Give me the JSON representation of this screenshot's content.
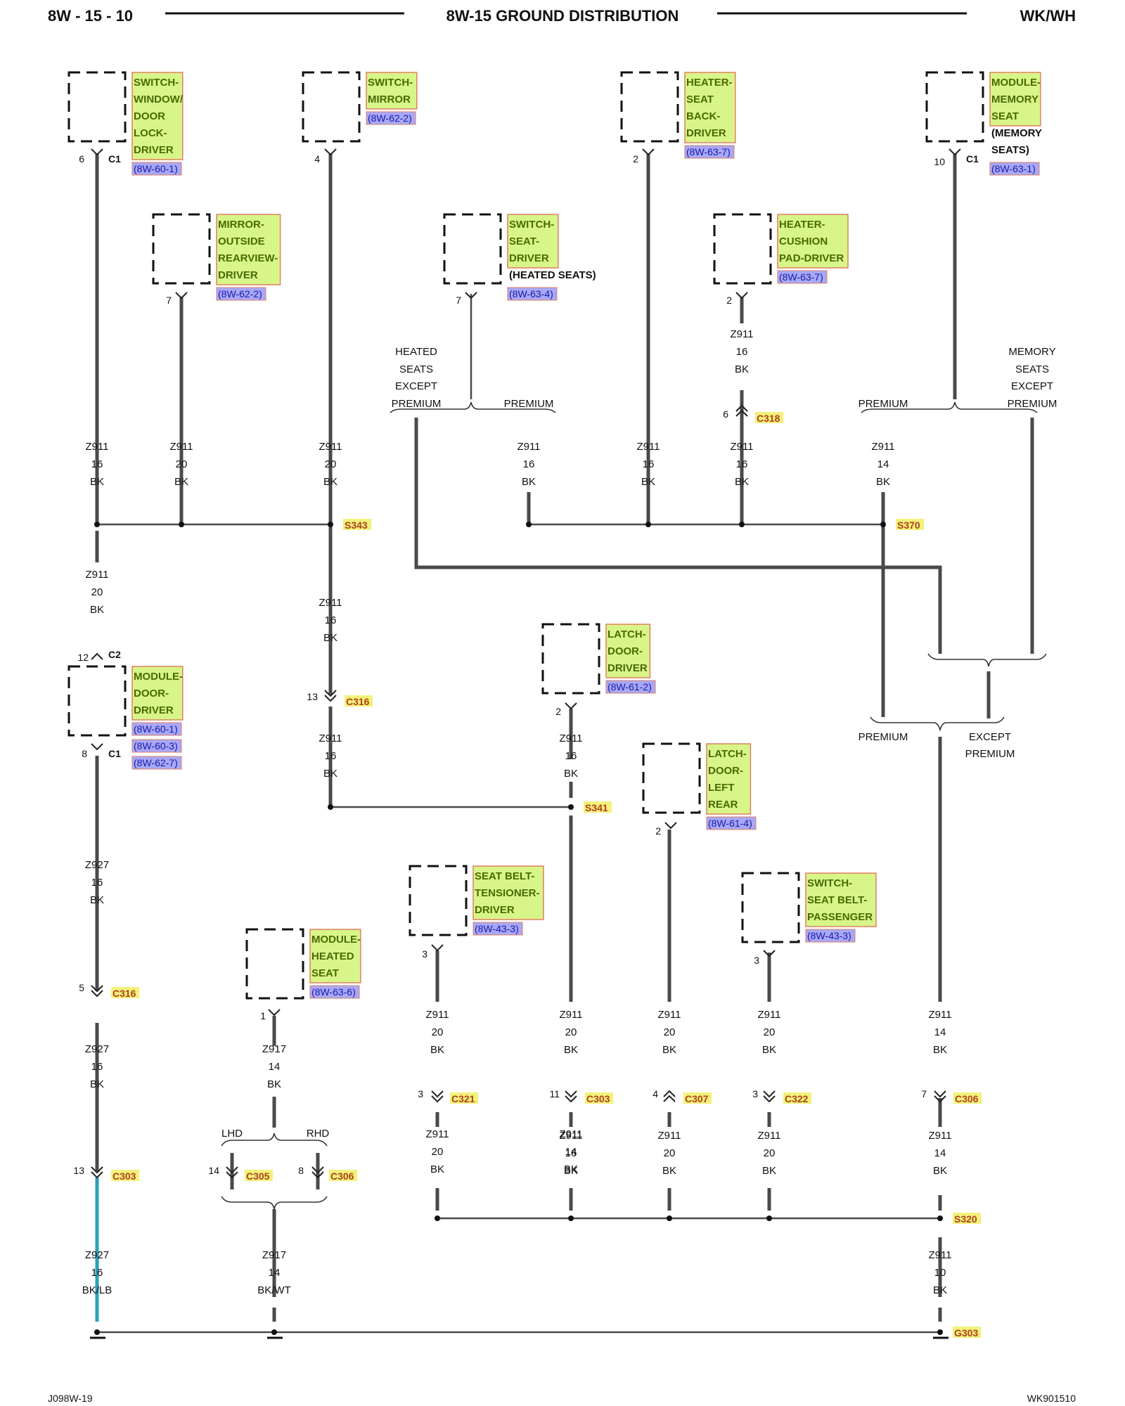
{
  "header": {
    "left": "8W - 15 - 10",
    "title": "8W-15 GROUND DISTRIBUTION",
    "right": "WK/WH"
  },
  "footer": {
    "left": "J098W-19",
    "right": "WK901510"
  },
  "colors": {
    "wire": "#4a4a4a",
    "wire_lb": "#2aa0b8",
    "component_bg": "#d8f58a",
    "component_border": "#e08060",
    "ref_bg": "#a8a8f8",
    "tag_bg": "#f2f27a"
  },
  "components": [
    {
      "lines": [
        "SWITCH-",
        "WINDOW/",
        "DOOR",
        "LOCK-",
        "DRIVER"
      ],
      "ref": "(8W-60-1)",
      "pin": "6",
      "conn": "C1"
    },
    {
      "lines": [
        "SWITCH-",
        "MIRROR"
      ],
      "ref": "(8W-62-2)",
      "pin": "4"
    },
    {
      "lines": [
        "HEATER-",
        "SEAT",
        "BACK-",
        "DRIVER"
      ],
      "ref": "(8W-63-7)",
      "pin": "2"
    },
    {
      "lines": [
        "MODULE-",
        "MEMORY",
        "SEAT"
      ],
      "note": [
        "(MEMORY",
        "SEATS)"
      ],
      "ref": "(8W-63-1)",
      "pin": "10",
      "conn": "C1"
    },
    {
      "lines": [
        "MIRROR-",
        "OUTSIDE",
        "REARVIEW-",
        "DRIVER"
      ],
      "ref": "(8W-62-2)",
      "pin": "7"
    },
    {
      "lines": [
        "SWITCH-",
        "SEAT-",
        "DRIVER"
      ],
      "note": [
        "(HEATED SEATS)"
      ],
      "ref": "(8W-63-4)",
      "pin": "7"
    },
    {
      "lines": [
        "HEATER-",
        "CUSHION",
        "PAD-DRIVER"
      ],
      "ref": "(8W-63-7)",
      "pin": "2"
    },
    {
      "lines": [
        "MODULE-",
        "DOOR-",
        "DRIVER"
      ],
      "refs": [
        "(8W-60-1)",
        "(8W-60-3)",
        "(8W-62-7)"
      ],
      "pin_top": "12",
      "conn_top": "C2",
      "pin": "8",
      "conn": "C1"
    },
    {
      "lines": [
        "LATCH-",
        "DOOR-",
        "DRIVER"
      ],
      "ref": "(8W-61-2)",
      "pin": "2"
    },
    {
      "lines": [
        "LATCH-",
        "DOOR-",
        "LEFT",
        "REAR"
      ],
      "ref": "(8W-61-4)",
      "pin": "2"
    },
    {
      "lines": [
        "SEAT BELT-",
        "TENSIONER-",
        "DRIVER"
      ],
      "ref": "(8W-43-3)",
      "pin": "3"
    },
    {
      "lines": [
        "SWITCH-",
        "SEAT BELT-",
        "PASSENGER"
      ],
      "ref": "(8W-43-3)",
      "pin": "3"
    },
    {
      "lines": [
        "MODULE-",
        "HEATED",
        "SEAT"
      ],
      "ref": "(8W-63-6)",
      "pin": "1"
    }
  ],
  "options": {
    "heated_seats_except_premium": [
      "HEATED",
      "SEATS",
      "EXCEPT",
      "PREMIUM"
    ],
    "premium": "PREMIUM",
    "memory_seats_except_premium": [
      "MEMORY",
      "SEATS",
      "EXCEPT",
      "PREMIUM"
    ],
    "except_premium": [
      "EXCEPT",
      "PREMIUM"
    ],
    "lhd": "LHD",
    "rhd": "RHD"
  },
  "wires": [
    {
      "circuit": "Z911",
      "gauge": "16",
      "color": "BK"
    },
    {
      "circuit": "Z911",
      "gauge": "20",
      "color": "BK"
    },
    {
      "circuit": "Z911",
      "gauge": "20",
      "color": "BK"
    },
    {
      "circuit": "Z911",
      "gauge": "16",
      "color": "BK"
    },
    {
      "circuit": "Z911",
      "gauge": "16",
      "color": "BK"
    },
    {
      "circuit": "Z911",
      "gauge": "16",
      "color": "BK"
    },
    {
      "circuit": "Z911",
      "gauge": "16",
      "color": "BK"
    },
    {
      "circuit": "Z911",
      "gauge": "14",
      "color": "BK"
    },
    {
      "circuit": "Z911",
      "gauge": "16",
      "color": "BK"
    },
    {
      "circuit": "Z911",
      "gauge": "20",
      "color": "BK"
    },
    {
      "circuit": "Z911",
      "gauge": "16",
      "color": "BK"
    },
    {
      "circuit": "Z911",
      "gauge": "16",
      "color": "BK"
    },
    {
      "circuit": "Z911",
      "gauge": "20",
      "color": "BK"
    },
    {
      "circuit": "Z927",
      "gauge": "16",
      "color": "BK"
    },
    {
      "circuit": "Z927",
      "gauge": "16",
      "color": "BK"
    },
    {
      "circuit": "Z927",
      "gauge": "16",
      "color": "BK/LB"
    },
    {
      "circuit": "Z917",
      "gauge": "14",
      "color": "BK"
    },
    {
      "circuit": "Z917",
      "gauge": "14",
      "color": "BK/WT"
    },
    {
      "circuit": "Z911",
      "gauge": "20",
      "color": "BK"
    },
    {
      "circuit": "Z911",
      "gauge": "20",
      "color": "BK"
    },
    {
      "circuit": "Z911",
      "gauge": "16",
      "color": "BK"
    },
    {
      "circuit": "Z911",
      "gauge": "14",
      "color": "BK"
    },
    {
      "circuit": "Z911",
      "gauge": "20",
      "color": "BK"
    },
    {
      "circuit": "Z911",
      "gauge": "20",
      "color": "BK"
    },
    {
      "circuit": "Z911",
      "gauge": "20",
      "color": "BK"
    },
    {
      "circuit": "Z911",
      "gauge": "20",
      "color": "BK"
    },
    {
      "circuit": "Z911",
      "gauge": "14",
      "color": "BK"
    },
    {
      "circuit": "Z911",
      "gauge": "14",
      "color": "BK"
    },
    {
      "circuit": "Z911",
      "gauge": "10",
      "color": "BK"
    }
  ],
  "connectors": [
    {
      "pin": "6",
      "name": "C318"
    },
    {
      "pin": "13",
      "name": "C316"
    },
    {
      "pin": "5",
      "name": "C316"
    },
    {
      "pin": "13",
      "name": "C303"
    },
    {
      "pin": "14",
      "name": "C305"
    },
    {
      "pin": "8",
      "name": "C306"
    },
    {
      "pin": "3",
      "name": "C321"
    },
    {
      "pin": "11",
      "name": "C303"
    },
    {
      "pin": "4",
      "name": "C307"
    },
    {
      "pin": "3",
      "name": "C322"
    },
    {
      "pin": "7",
      "name": "C306"
    }
  ],
  "splices": [
    "S343",
    "S370",
    "S341",
    "S320"
  ],
  "ground": "G303"
}
